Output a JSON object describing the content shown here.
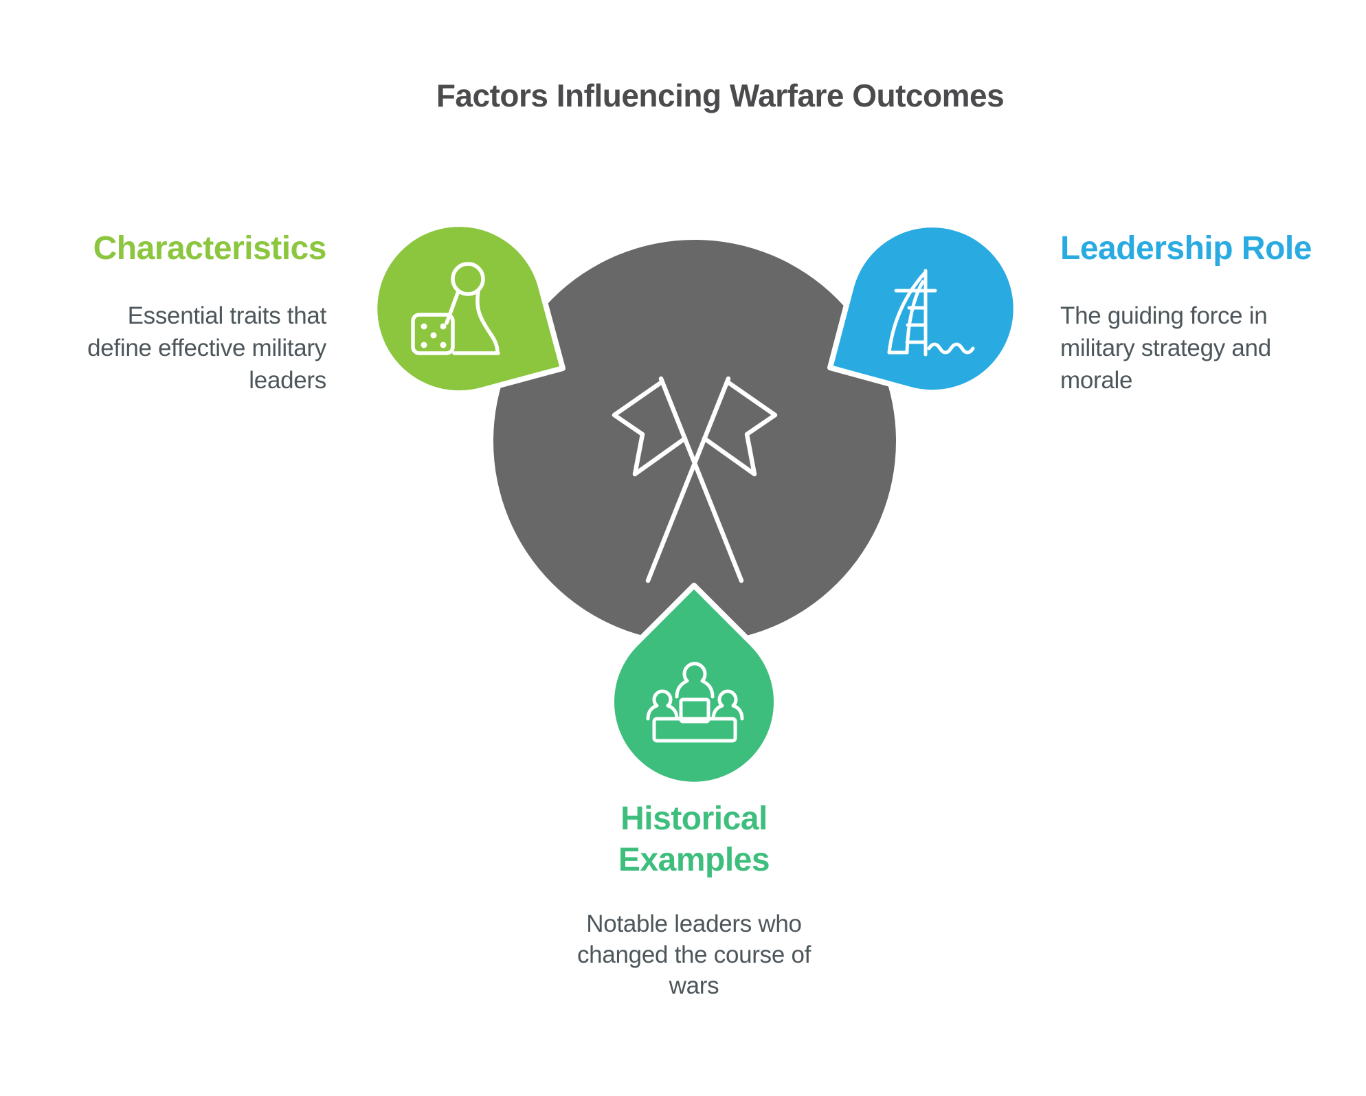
{
  "title": {
    "text": "Factors Influencing Warfare Outcomes"
  },
  "colors": {
    "title_text": "#4B4B4D",
    "body_text": "#4D565A",
    "center_circle_gray": "#686868",
    "icon_stroke_white": "#FFFFFF",
    "characteristics_green": "#8CC63F",
    "leadership_blue": "#29ABE2",
    "historical_emerald": "#3EBE7D"
  },
  "center": {
    "icon": "crossed-flags-icon"
  },
  "sections": {
    "characteristics": {
      "heading": "Characteristics",
      "icon": "dice-and-pawn-icon",
      "desc_lines": [
        "Essential traits that",
        "define effective military",
        "leaders"
      ]
    },
    "leadership": {
      "heading": "Leadership Role",
      "icon": "sail-tower-icon",
      "desc_lines": [
        "The guiding force in",
        "military strategy and",
        "morale"
      ]
    },
    "historical": {
      "heading_lines": [
        "Historical",
        "Examples"
      ],
      "icon": "podium-winners-icon",
      "desc_lines": [
        "Notable leaders who",
        "changed the course of",
        "wars"
      ]
    }
  }
}
